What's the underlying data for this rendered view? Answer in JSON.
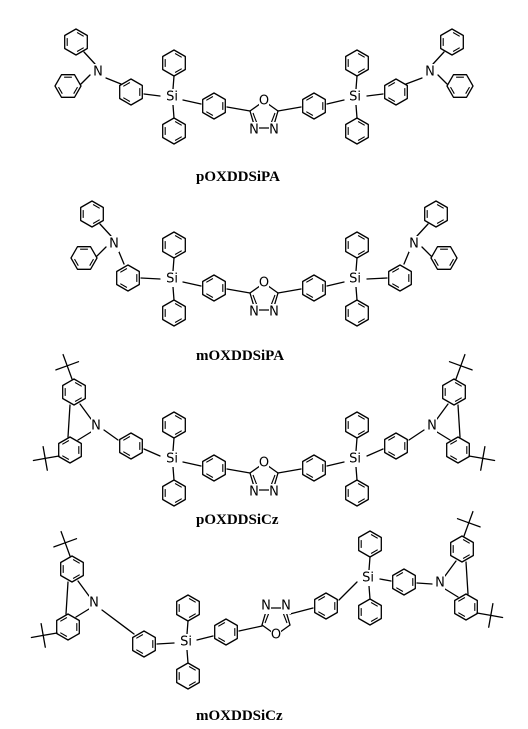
{
  "atoms": {
    "nitrogen": "N",
    "silicon": "Si",
    "oxygen": "O"
  },
  "molecules": [
    {
      "name": "pOXDDSiPA"
    },
    {
      "name": "mOXDDSiPA"
    },
    {
      "name": "pOXDDSiCz"
    },
    {
      "name": "mOXDDSiCz"
    }
  ]
}
